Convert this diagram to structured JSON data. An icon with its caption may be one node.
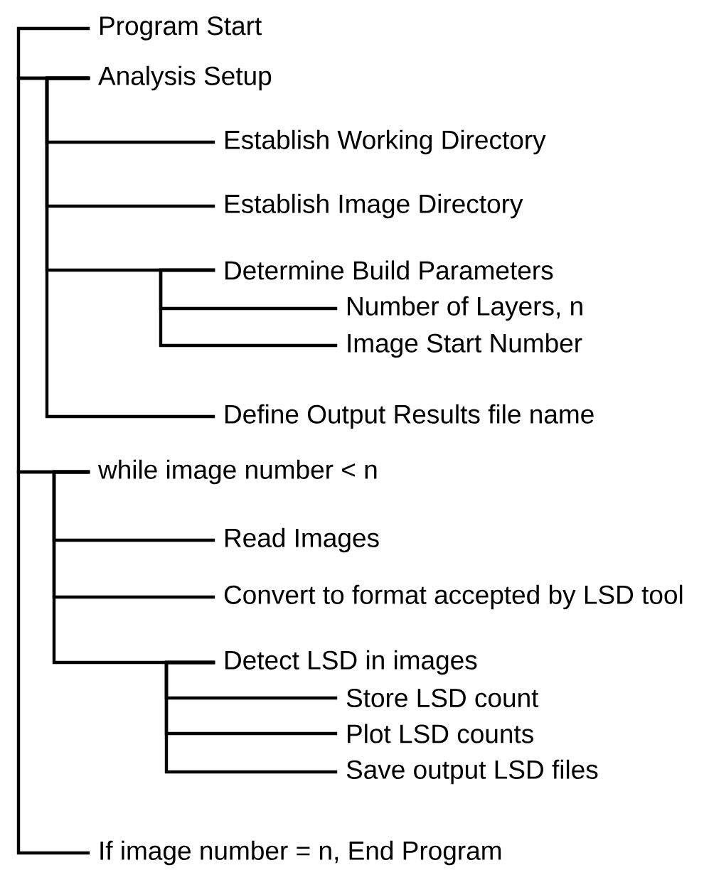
{
  "diagram": {
    "nodes": [
      {
        "text": [
          "Program Start"
        ]
      },
      {
        "text": [
          "Analysis Setup"
        ]
      },
      {
        "text": [
          "Establish Working Directory"
        ]
      },
      {
        "text": [
          "Establish Image Directory"
        ]
      },
      {
        "text": [
          "Determine Build Parameters"
        ]
      },
      {
        "text": [
          "Number of Layers, n"
        ]
      },
      {
        "text": [
          "Image Start Number"
        ]
      },
      {
        "text": [
          "Define Output Results file name"
        ]
      },
      {
        "text": [
          "while image number < n"
        ]
      },
      {
        "text": [
          "Read Images"
        ]
      },
      {
        "text": [
          "Convert to format accepted by LSD tool"
        ]
      },
      {
        "text": [
          "Detect LSD in images"
        ]
      },
      {
        "text": [
          "Store LSD count"
        ]
      },
      {
        "text": [
          "Plot LSD counts"
        ]
      },
      {
        "text": [
          "Save output LSD files"
        ]
      },
      {
        "text": [
          "If image number = n, End Program"
        ]
      }
    ],
    "edges": [
      {
        "from": 0,
        "to": 1,
        "arrow": "none"
      },
      {
        "from": 1,
        "to": 8,
        "arrow": "none"
      },
      {
        "from": 8,
        "to": 15,
        "arrow": "none"
      },
      {
        "from": 1,
        "to": 2,
        "arrow": "none"
      },
      {
        "from": 1,
        "to": 3,
        "arrow": "none"
      },
      {
        "from": 1,
        "to": 4,
        "arrow": "none"
      },
      {
        "from": 1,
        "to": 7,
        "arrow": "none"
      },
      {
        "from": 4,
        "to": 5,
        "arrow": "none"
      },
      {
        "from": 4,
        "to": 6,
        "arrow": "none"
      },
      {
        "from": 8,
        "to": 9,
        "arrow": "none"
      },
      {
        "from": 8,
        "to": 10,
        "arrow": "none"
      },
      {
        "from": 8,
        "to": 11,
        "arrow": "none"
      },
      {
        "from": 11,
        "to": 12,
        "arrow": "none"
      },
      {
        "from": 11,
        "to": 13,
        "arrow": "none"
      },
      {
        "from": 11,
        "to": 14,
        "arrow": "none"
      }
    ]
  }
}
